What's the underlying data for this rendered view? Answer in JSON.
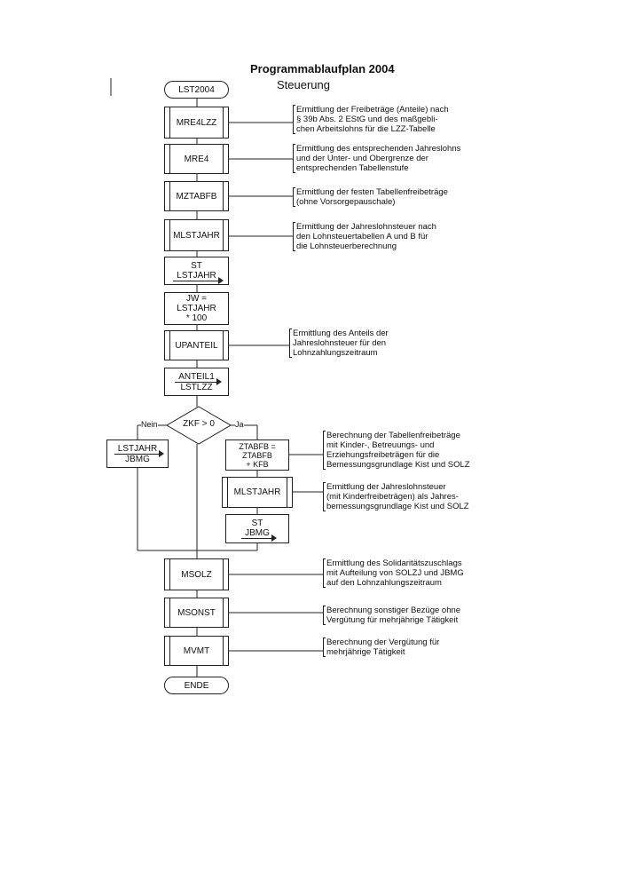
{
  "title": "Programmablaufplan 2004",
  "subtitle": "Steuerung",
  "nodes": {
    "start": "LST2004",
    "mre4lzz": "MRE4LZZ",
    "mre4": "MRE4",
    "mztabfb": "MZTABFB",
    "mlstjahr": "MLSTJAHR",
    "st_lstjahr": {
      "left": "ST",
      "right": "LSTJAHR"
    },
    "jw": {
      "line1": "JW =",
      "line2": "LSTJAHR",
      "line3": "* 100"
    },
    "upanteil": "UPANTEIL",
    "anteil1": {
      "left": "ANTEIL1",
      "right": "LSTLZZ"
    },
    "decision": "ZKF > 0",
    "no_label": "Nein",
    "yes_label": "Ja",
    "lstjahr_jbmg": {
      "left": "LSTJAHR",
      "right": "JBMG"
    },
    "ztabfb": {
      "line1": "ZTABFB =",
      "line2": "ZTABFB",
      "line3": "+ KFB"
    },
    "mlstjahr2": "MLSTJAHR",
    "st_jbmg": {
      "left": "ST",
      "right": "JBMG"
    },
    "msolz": "MSOLZ",
    "msonst": "MSONST",
    "mvmt": "MVMT",
    "end": "ENDE"
  },
  "notes": {
    "mre4lzz": "Ermittlung der Freibeträge (Anteile) nach\n§ 39b Abs. 2 EStG und des maßgebli-\nchen Arbeitslohns für die LZZ-Tabelle",
    "mre4": "Ermittlung des entsprechenden Jahreslohns\nund der Unter- und Obergrenze der\nentsprechenden Tabellenstufe",
    "mztabfb": "Ermittlung der festen Tabellenfreibeträge\n(ohne Vorsorgepauschale)",
    "mlstjahr": "Ermittlung der Jahreslohnsteuer nach\nden Lohnsteuertabellen A und B für\ndie Lohnsteuerberechnung",
    "upanteil": "Ermittlung des Anteils der\nJahreslohnsteuer für den\nLohnzahlungszeitraum",
    "ztabfb": "Berechnung der Tabellenfreibeträge\nmit Kinder-, Betreuungs- und\nErziehungsfreibeträgen für die\nBemessungsgrundlage Kist und SOLZ",
    "mlstjahr2": "Ermittlung der Jahreslohnsteuer\n(mit Kinderfreibeträgen) als Jahres-\nbemessungsgrundlage Kist und SOLZ",
    "msolz": "Ermittlung des Solidaritätszuschlags\nmit Aufteilung von SOLZJ und JBMG\nauf den Lohnzahlungszeitraum",
    "msonst": "Berechnung sonstiger Bezüge ohne\nVergütung für mehrjährige Tätigkeit",
    "mvmt": "Berechnung der Vergütung für\nmehrjährige Tätigkeit"
  }
}
